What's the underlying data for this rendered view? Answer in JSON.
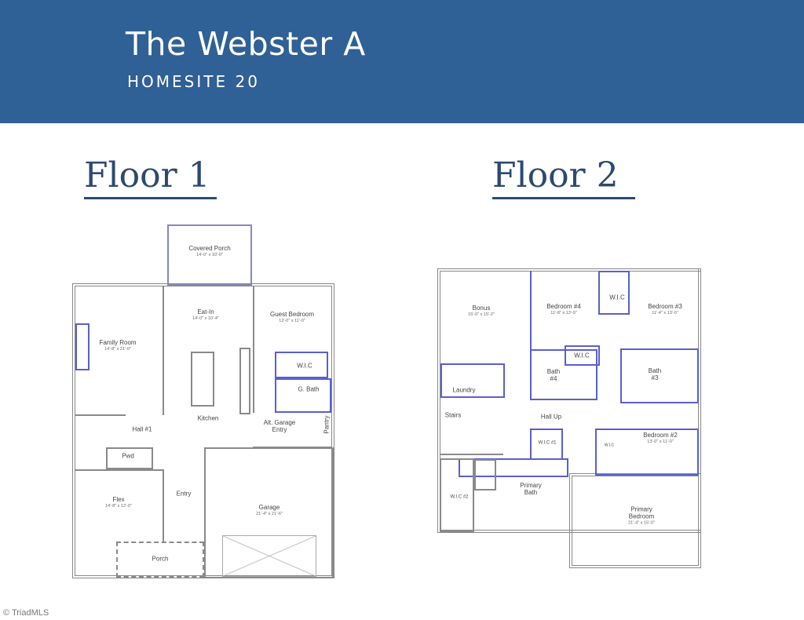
{
  "header": {
    "title": "The Webster A",
    "subtitle": "HOMESITE 20"
  },
  "floors": [
    {
      "heading": "Floor 1",
      "rooms": [
        {
          "name": "Covered Porch",
          "dim": "14'-0\" x 10'-0\""
        },
        {
          "name": "Family Room",
          "dim": "14'-8\" x 21'-0\""
        },
        {
          "name": "Eat-In",
          "dim": "14'-0\" x 10'-4\""
        },
        {
          "name": "Guest Bedroom",
          "dim": "12'-0\" x 11'-0\""
        },
        {
          "name": "W.I.C",
          "dim": ""
        },
        {
          "name": "G. Bath",
          "dim": ""
        },
        {
          "name": "Kitchen",
          "dim": ""
        },
        {
          "name": "Hall #1",
          "dim": ""
        },
        {
          "name": "Pwd",
          "dim": ""
        },
        {
          "name": "Alt. Garage Entry",
          "dim": ""
        },
        {
          "name": "Pantry",
          "dim": ""
        },
        {
          "name": "Flex",
          "dim": "14'-8\" x 12'-0\""
        },
        {
          "name": "Entry",
          "dim": ""
        },
        {
          "name": "Garage",
          "dim": "21'-4\" x 21'-6\""
        },
        {
          "name": "Porch",
          "dim": ""
        }
      ]
    },
    {
      "heading": "Floor 2",
      "rooms": [
        {
          "name": "Bonus",
          "dim": "15'-0\" x 15'-2\""
        },
        {
          "name": "Bedroom #4",
          "dim": "11'-8\" x 13'-0\""
        },
        {
          "name": "W.I.C",
          "dim": ""
        },
        {
          "name": "Bedroom #3",
          "dim": "11'-4\" x 13'-0\""
        },
        {
          "name": "Laundry",
          "dim": ""
        },
        {
          "name": "W.I.C",
          "dim": ""
        },
        {
          "name": "Bath #4",
          "dim": ""
        },
        {
          "name": "Bath #3",
          "dim": ""
        },
        {
          "name": "Stairs",
          "dim": ""
        },
        {
          "name": "Hall Up",
          "dim": ""
        },
        {
          "name": "W.I.C #1",
          "dim": ""
        },
        {
          "name": "W.I.C",
          "dim": ""
        },
        {
          "name": "Bedroom #2",
          "dim": "13'-0\" x 11'-0\""
        },
        {
          "name": "W.I.C #2",
          "dim": ""
        },
        {
          "name": "Primary Bath",
          "dim": ""
        },
        {
          "name": "Primary Bedroom",
          "dim": "21'-4\" x 15'-0\""
        }
      ]
    }
  ],
  "footer": {
    "copyright": "© TriadMLS"
  }
}
